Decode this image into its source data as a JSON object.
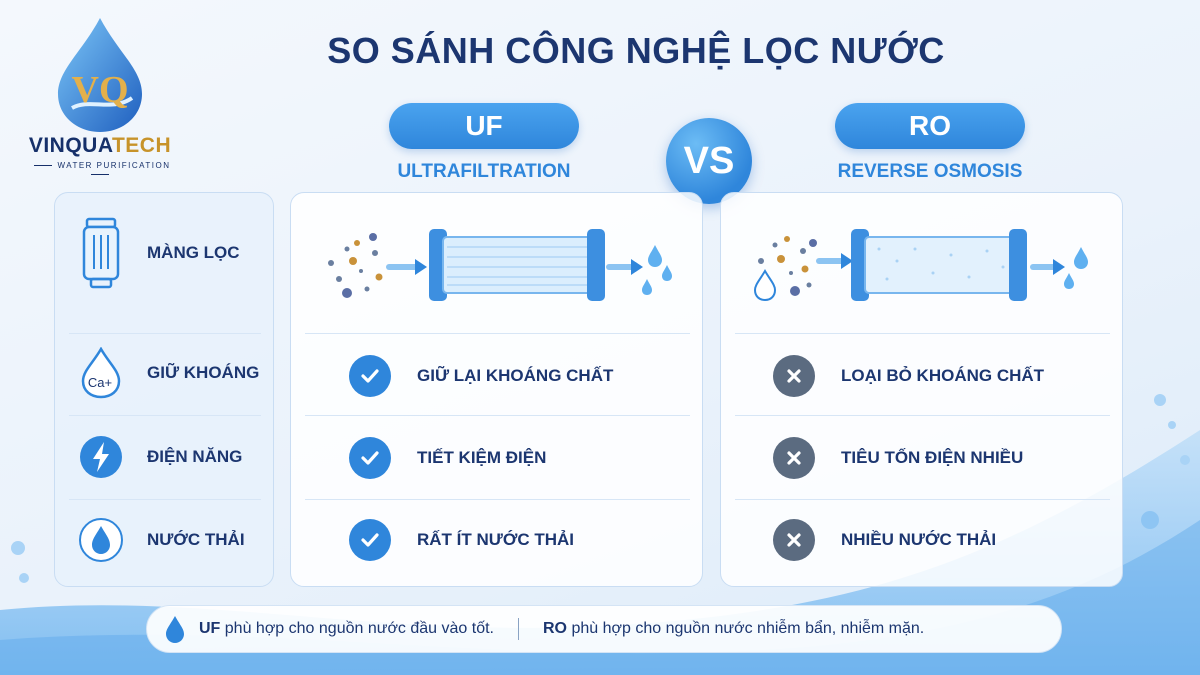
{
  "logo": {
    "brand_main": "VINQUA",
    "brand_accent": "TECH",
    "tagline": "WATER PURIFICATION",
    "monogram": "VQ"
  },
  "title": "SO SÁNH CÔNG NGHỆ LỌC NƯỚC",
  "uf": {
    "label": "UF",
    "full_name": "ULTRAFILTRATION"
  },
  "ro": {
    "label": "RO",
    "full_name": "REVERSE OSMOSIS"
  },
  "vs_label": "VS",
  "criteria": [
    {
      "label": "MÀNG LỌC",
      "icon": "filter-cartridge-icon"
    },
    {
      "label": "GIỮ KHOÁNG",
      "icon": "mineral-drop-icon",
      "icon_text": "Ca+"
    },
    {
      "label": "ĐIỆN NĂNG",
      "icon": "lightning-icon"
    },
    {
      "label": "NƯỚC THẢI",
      "icon": "water-drop-icon"
    }
  ],
  "uf_rows": [
    {
      "text": "GIỮ LẠI KHOÁNG CHẤT",
      "status": "check"
    },
    {
      "text": "TIẾT KIỆM ĐIỆN",
      "status": "check"
    },
    {
      "text": "RẤT ÍT NƯỚC THẢI",
      "status": "check"
    }
  ],
  "ro_rows": [
    {
      "text": "LOẠI BỎ KHOÁNG CHẤT",
      "status": "cross"
    },
    {
      "text": "TIÊU TỐN ĐIỆN NHIỀU",
      "status": "cross"
    },
    {
      "text": "NHIỀU NƯỚC THẢI",
      "status": "cross"
    }
  ],
  "footer": {
    "uf_key": "UF",
    "uf_note": " phù hợp cho nguồn nước đầu vào tốt.",
    "ro_key": "RO",
    "ro_note": " phù hợp cho nguồn nước nhiễm bẩn, nhiễm mặn."
  },
  "colors": {
    "primary": "#2f86db",
    "navy": "#1c3670",
    "gold": "#c7932a",
    "cross": "#5b6b80"
  }
}
